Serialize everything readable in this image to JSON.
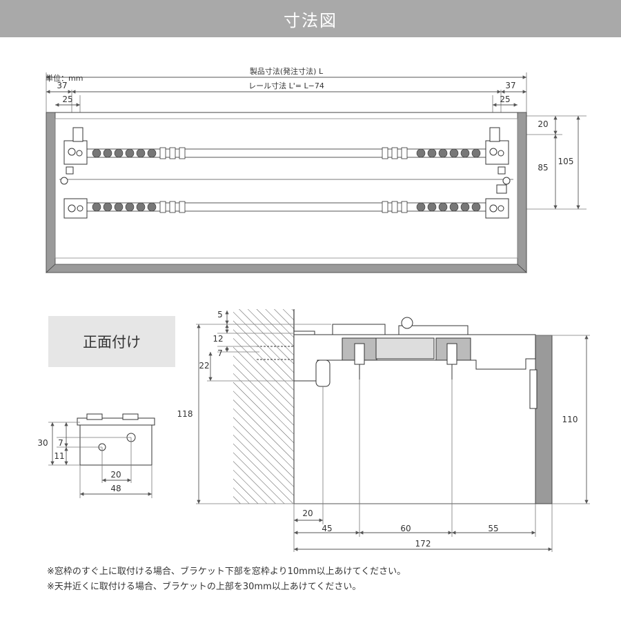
{
  "header": {
    "title": "寸法図"
  },
  "top_view": {
    "unit": "単位：mm",
    "product_dim": "製品寸法(発注寸法) L",
    "rail_dim": "レール寸法 L'= L−74",
    "left_outer": "37",
    "left_inner": "25",
    "right_outer": "37",
    "right_inner": "25",
    "dim_20": "20",
    "dim_85": "85",
    "dim_105": "105"
  },
  "badge": {
    "label": "正面付け"
  },
  "bracket_detail": {
    "dim_30": "30",
    "dim_7": "7",
    "dim_11": "11",
    "dim_20": "20",
    "dim_48": "48"
  },
  "side_view": {
    "dim_5": "5",
    "dim_12": "12",
    "dim_7": "7",
    "dim_22": "22",
    "dim_118": "118",
    "dim_110": "110",
    "dim_20": "20",
    "dim_45": "45",
    "dim_60": "60",
    "dim_55": "55",
    "dim_172": "172"
  },
  "notes": [
    "※窓枠のすぐ上に取付ける場合、ブラケット下部を窓枠より10mm以上あけてください。",
    "※天井近くに取付ける場合、ブラケットの上部を30mm以上あけてください。"
  ],
  "colors": {
    "header_bg": "#a9a9a9",
    "frame": "#9a9a9a",
    "line": "#555555"
  }
}
